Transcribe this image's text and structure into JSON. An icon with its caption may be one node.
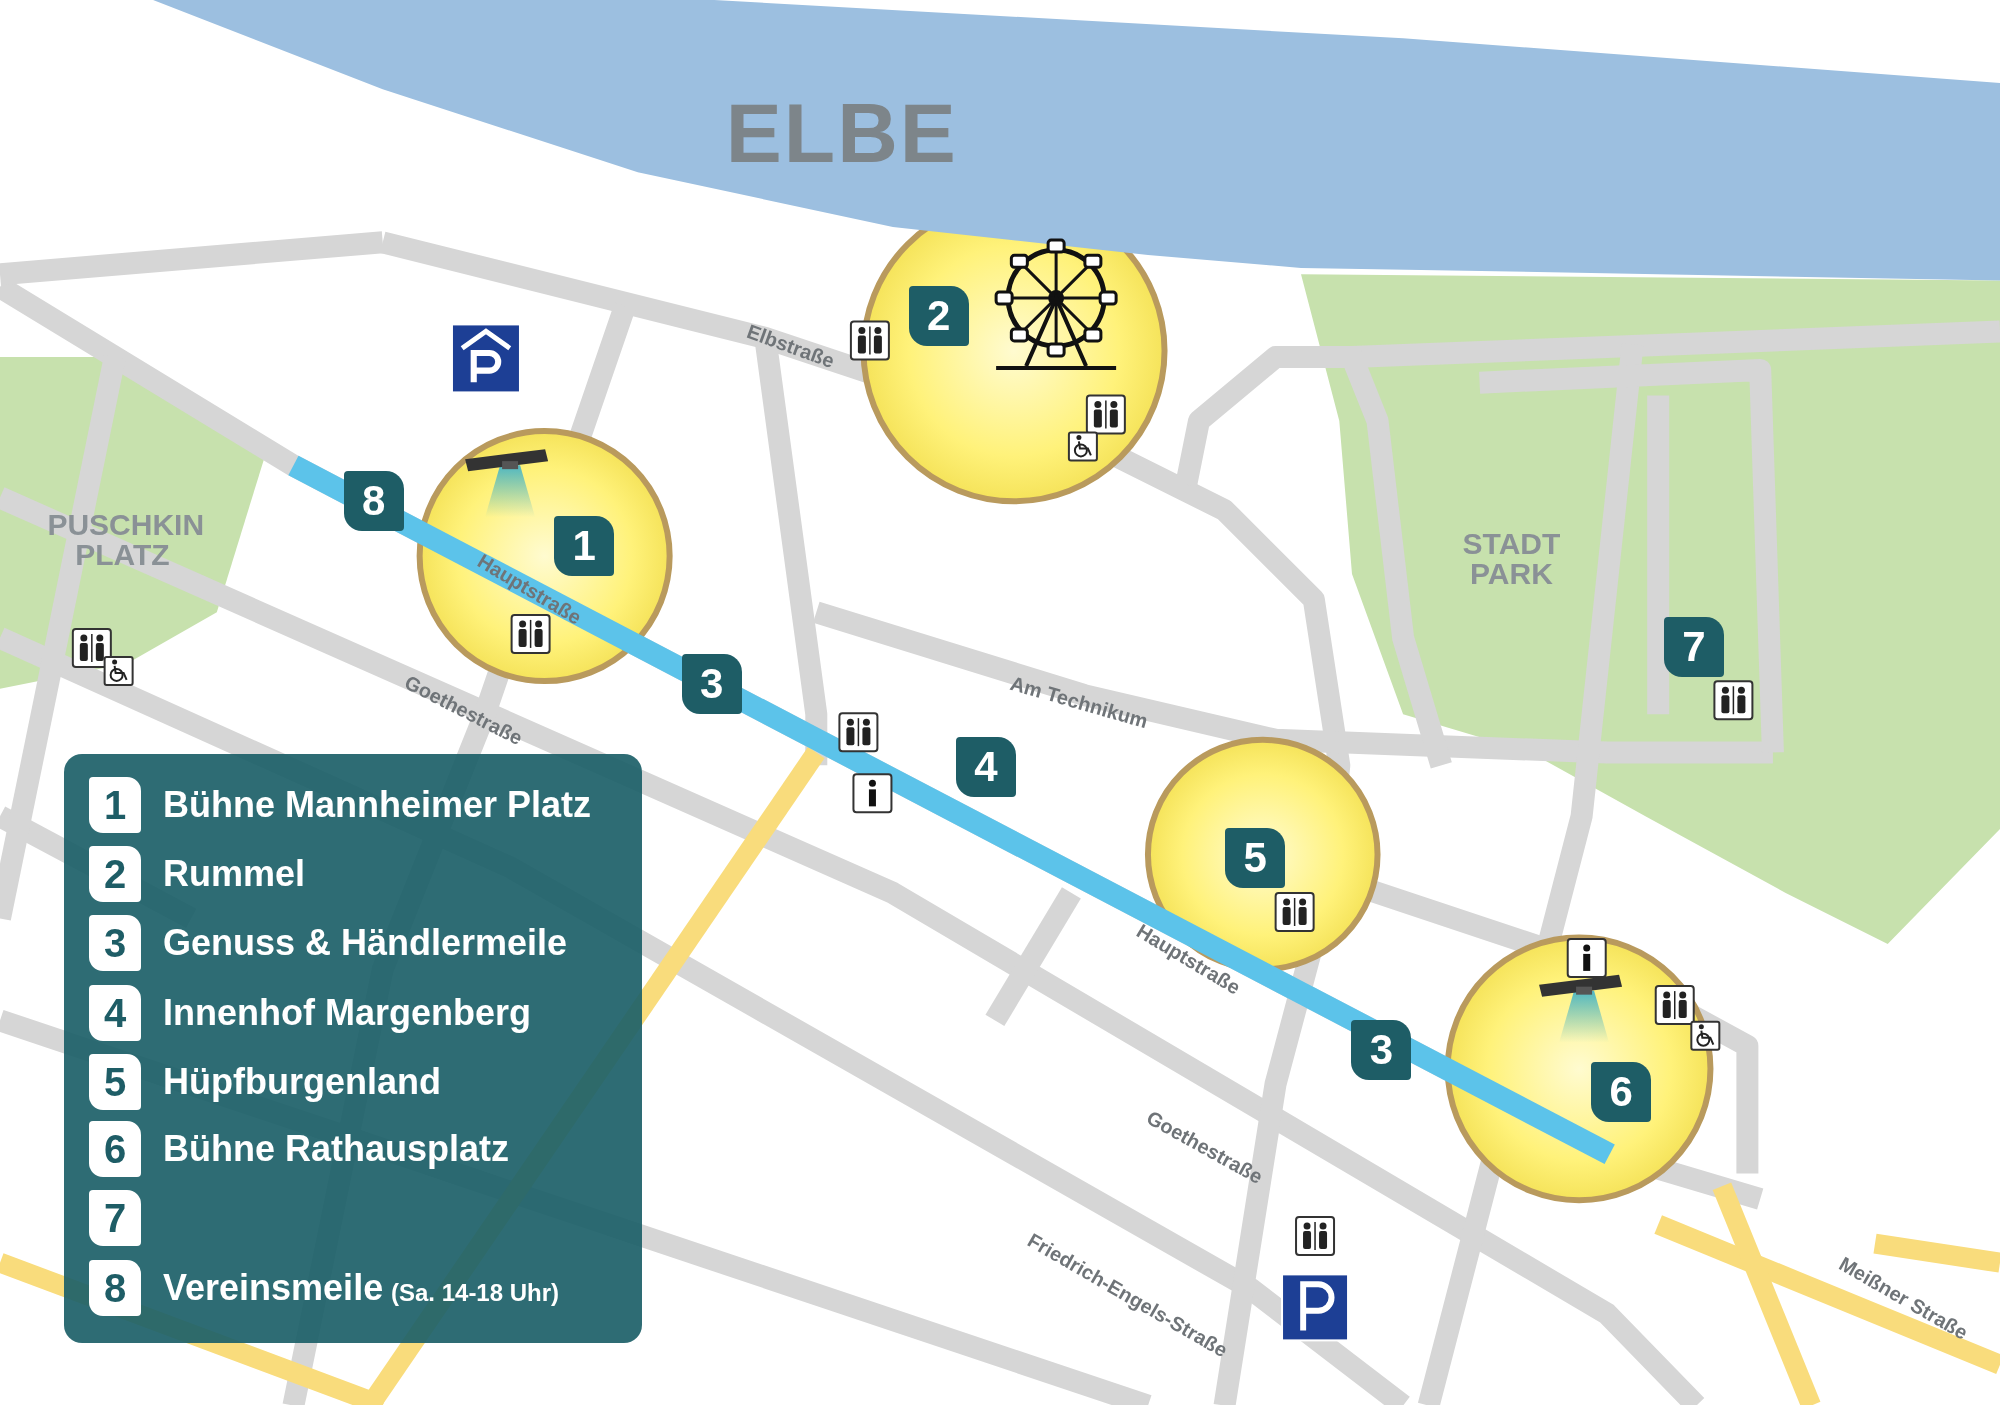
{
  "diagram": {
    "labels": [
      "ELBE",
      "Elbstraße",
      "2",
      "8",
      "PUSCHKIN PLATZ",
      "1",
      "Hauptstraße",
      "STADT PARK",
      "7",
      "3",
      "Goethestraße",
      "Am Technikum",
      "4",
      "1",
      "Bühne Mannheimer Platz",
      "2",
      "Rummel",
      "3",
      "Genuss & Händlermeile",
      "4",
      "Innenhof Margenberg",
      "5",
      "Hüpfburgenland",
      "6",
      "Bühne Rathausplatz",
      "7",
      "8",
      "Vereinsmeile",
      "(Sa. 14-18 Uhr)",
      "5",
      "Hauptstraße",
      "3",
      "6",
      "Goethestraße",
      "Friedrich-Engels-Straße",
      "Meißner Straße"
    ]
  }
}
